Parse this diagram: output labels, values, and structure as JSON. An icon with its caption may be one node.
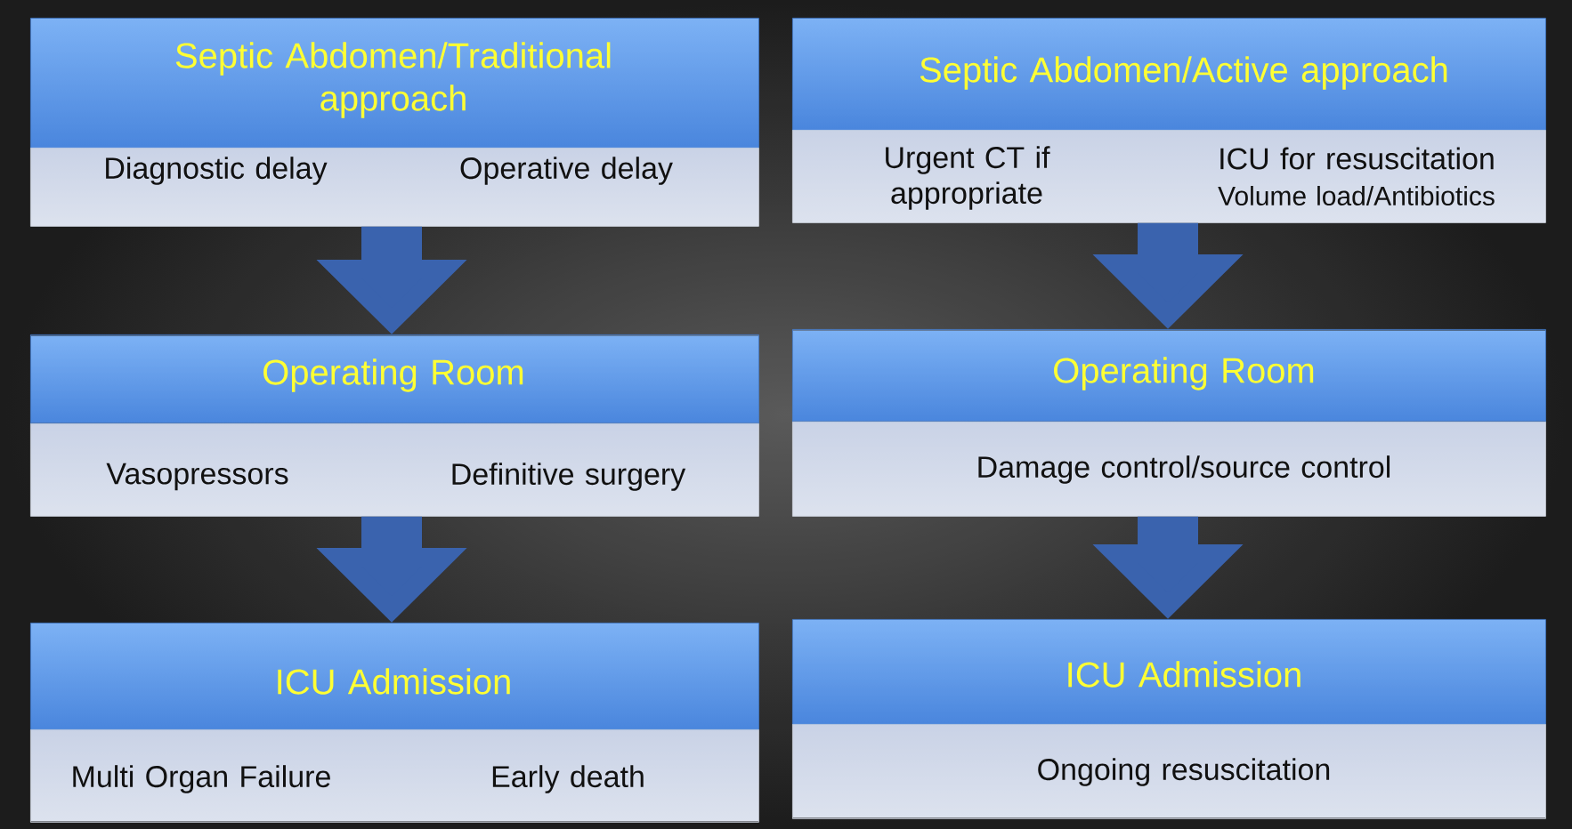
{
  "diagram": {
    "nodes": [
      {
        "text": [
          "Septic Abdomen/Traditional approach"
        ]
      },
      {
        "text": [
          "Diagnostic delay",
          "Operative delay"
        ]
      },
      {
        "text": [
          "Operating Room"
        ]
      },
      {
        "text": [
          "Vasopressors",
          "Definitive surgery"
        ]
      },
      {
        "text": [
          "ICU Admission"
        ]
      },
      {
        "text": [
          "Multi Organ Failure",
          "Early death"
        ]
      },
      {
        "text": [
          "Septic Abdomen/Active approach"
        ]
      },
      {
        "text": [
          "Urgent CT if appropriate",
          "ICU for resuscitation",
          "Volume load/Antibiotics"
        ]
      },
      {
        "text": [
          "Operating Room"
        ]
      },
      {
        "text": [
          "Damage control/source control"
        ]
      },
      {
        "text": [
          "ICU Admission"
        ]
      },
      {
        "text": [
          "Ongoing resuscitation"
        ]
      }
    ],
    "edges": [
      {
        "from": 1,
        "to": 2,
        "arrow": "to"
      },
      {
        "from": 3,
        "to": 4,
        "arrow": "to"
      },
      {
        "from": 7,
        "to": 8,
        "arrow": "to"
      },
      {
        "from": 9,
        "to": 10,
        "arrow": "to"
      }
    ]
  }
}
